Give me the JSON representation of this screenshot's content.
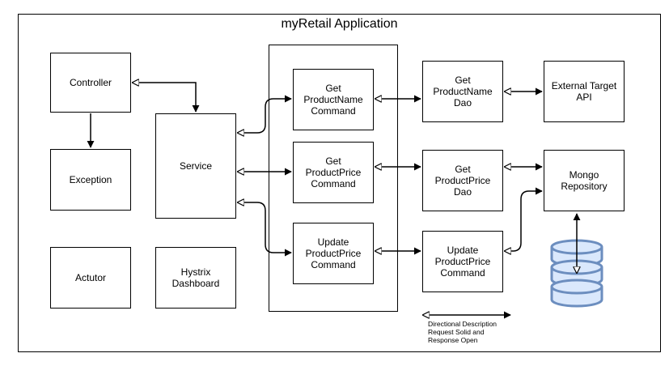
{
  "title": "myRetail Application",
  "boxes": {
    "controller": "Controller",
    "exception": "Exception",
    "actutor": "Actutor",
    "service": "Service",
    "hystrix": "Hystrix\nDashboard",
    "get_name_cmd": "Get\nProductName\nCommand",
    "get_price_cmd": "Get\nProductPrice\nCommand",
    "update_price_cmd": "Update\nProductPrice\nCommand",
    "get_name_dao": "Get\nProductName\nDao",
    "get_price_dao": "Get\nProductPrice\nDao",
    "update_price_dao": "Update\nProductPrice\nCommand",
    "external_api": "External Target\nAPI",
    "mongo_repo": "Mongo\nRepository"
  },
  "legend": {
    "text": "Directional Description\nRequest Solid and\nResponse Open"
  },
  "colors": {
    "db_fill": "#dae8fc",
    "db_stroke": "#6c8ebf",
    "line": "#000000"
  }
}
